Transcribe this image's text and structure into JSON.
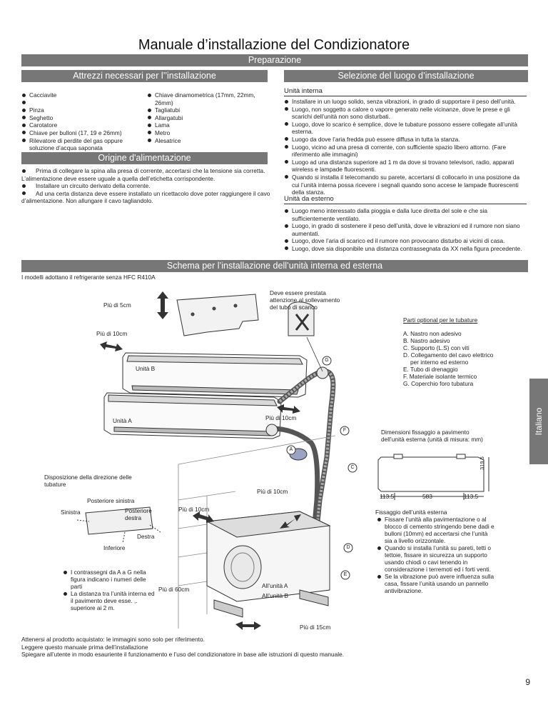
{
  "page_title": "Manuale d’installazione del Condizionatore",
  "preparation_bar": "Preparazione",
  "tools": {
    "heading": "Attrezzi necessari per l’’installazione",
    "left_items": [
      "Cacciavite",
      "",
      "Pinza",
      "Seghetto",
      "Carotatore",
      "Chiave per bulloni (17, 19 e 26mm)",
      "Rilevatore di perdite del gas oppure soluzione d’acqua saponata"
    ],
    "right_items": [
      "Chiave dinamometrica (17mm, 22mm, 26mm)",
      "Tagliatubi",
      "Allargatubi",
      "Lama",
      "Metro",
      "Alesatrice"
    ]
  },
  "power": {
    "heading": "Origine d'alimentazione",
    "items": [
      "Prima di collegare la spina alla presa di corrente, accertarsi che la tensione sia corretta. L’alimentazione deve essere uguale a quella dell’etichetta corrispondente.",
      "Installare un circuito derivato della corrente.",
      "Ad una certa distanza deve essere installato un ricettacolo dove poter raggiungere il cavo d’alimentazione. Non allungare il cavo tagliandolo."
    ]
  },
  "location": {
    "heading": "Selezione del luogo d’installazione",
    "indoor_heading": "Unità interna",
    "indoor_items": [
      "Installare in un luogo solido, senza vibrazioni, in grado di supportare il peso dell’unità.",
      "Luogo, non soggetto a calore o vapore generato nelle vicinanze, dove le prese e gli scarichi dell’unità non sono disturbati.",
      "Luogo, dove lo scarico è semplice, dove le tubature possono essere collegate all’unità esterna.",
      "Luogo da dove l’aria fredda può essere diffusa in tutta la stanza.",
      "Luogo, vicino ad una presa di corrente, con sufficiente spazio libero attorno. (Fare riferimento alle immagini)",
      "Luogo ad una distanza superiore ad 1 m da dove si trovano televisori, radio, apparati wireless e lampade fluorescenti.",
      "Quando si installa il telecomando su parete, accertarsi di collocarlo in una posizione da cui l’unità interna possa ricevere i segnali quando sono accese le lampade fluorescenti della stanza."
    ],
    "outdoor_heading": "Unità da esterno",
    "outdoor_items": [
      "Luogo meno interessato dalla pioggia e dalla luce diretta del sole e che sia sufficientemente ventilato.",
      "Luogo, in grado di sostenere il peso dell’unità, dove le vibrazioni ed il rumore non siano aumentati.",
      "Luogo, dove l’aria di scarico ed il rumore non provocano disturbo ai vicini di casa.",
      "Luogo, dove sia disponibile una distanza contrassegnata da XX nella figura precedente."
    ]
  },
  "schema": {
    "heading": "Schema per l’installazione dell’unità interna ed esterna",
    "note": "I modelli adottano il refrigerante senza HFC R410A"
  },
  "diagram": {
    "piu_5cm": "Più di 5cm",
    "piu_10cm_top": "Più di 10cm",
    "unita_b": "Unità B",
    "unita_a": "Unità A",
    "piu_10cm_mid": "Più di 10cm",
    "drain_note": "Deve essere prestata attenzione al sollevamento del tubo di scarico",
    "parts_heading": "Parti optional per le tubature",
    "parts": [
      "A. Nastro non adesivo",
      "B. Nastro adesivo",
      "C. Supporto (L.S) con viti",
      "D. Collegamento del cavo elettrico per interno ed esterno",
      "E. Tubo di drenaggio",
      "F. Materiale isolante termico",
      "G. Coperchio foro tubatura"
    ],
    "marker_g": "G",
    "marker_f": "F",
    "marker_a": "A",
    "marker_c": "C",
    "marker_d": "D",
    "marker_e": "E",
    "floor_dims_title": "Dimensioni fissaggio a pavimento dell’unità esterna (unità di misura: mm)",
    "dim_319": "319.5",
    "dim_113_left": "113.5",
    "dim_583": "583",
    "dim_113_right": "113.5",
    "pipe_direction_title": "Disposizione della direzione delle tubature",
    "posteriore_sinistra": "Posteriore sinistra",
    "sinistra": "Sinistra",
    "posteriore_destra": "Posteriore destra",
    "destra": "Destra",
    "inferiore": "Inferiore",
    "piu_10cm_low1": "Più di 10cm",
    "piu_10cm_low2": "Più di 10cm",
    "marks_note": [
      "I contrassegni da A a G nella figura indicano i numeri delle parti",
      "La distanza tra l’unità interna ed il pavimento deve esse. ,. superiore ai 2 m."
    ],
    "piu_60cm": "Più di 60cm",
    "all_unita_a": "All’unità A",
    "all_unita_b": "All’unità B",
    "fixing_heading": "Fissaggio dell’unità esterna",
    "fixing_items": [
      "Fissare l’unità alla pavimentazione o al blocco di cemento stringendo bene dadi e bulloni (10mm) ed accertarsi che l’unità sia a livello orizzontale.",
      "Quando si installa l’unità su pareti, tetti o tettoie, fissare in sicurezza un supporto usando chiodi o cavi tenendo in considerazione i terremoti ed i forti venti.",
      "Se la vibrazione può avere influenza sulla casa, fissare l’unità usando un pannello antivibrazione."
    ],
    "piu_15cm": "Più di 15cm"
  },
  "footer": [
    "Attenersi al prodotto acquistato: le immagini sono solo per riferimento.",
    "Leggere questo manuale prima dell’installazione",
    "Spiegare all’utente in modo esauriente il funzionamento e l’uso del condizionatore in base alle istruzioni di questo manuale."
  ],
  "side_tab": "Italiano",
  "page_number": "9"
}
